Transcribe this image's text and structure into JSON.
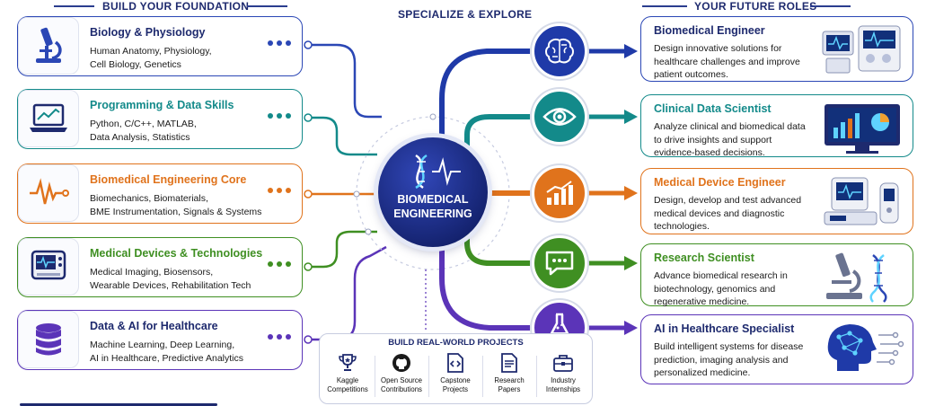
{
  "headers": {
    "left": "BUILD YOUR FOUNDATION",
    "middle": "SPECIALIZE & EXPLORE",
    "right": "YOUR FUTURE ROLES"
  },
  "center": {
    "line1": "BIOMEDICAL",
    "line2": "ENGINEERING"
  },
  "foundation": [
    {
      "title": "Biology & Physiology",
      "desc": "Human Anatomy, Physiology,\nCell Biology, Genetics",
      "icon": "microscope-icon",
      "color": "#2b47b5"
    },
    {
      "title": "Programming & Data Skills",
      "desc": "Python, C/C++, MATLAB,\nData Analysis, Statistics",
      "icon": "laptop-chart-icon",
      "color": "#138a8a"
    },
    {
      "title": "Biomedical Engineering Core",
      "desc": "Biomechanics, Biomaterials,\nBME Instrumentation, Signals & Systems",
      "icon": "signal-wave-icon",
      "color": "#e0731c"
    },
    {
      "title": "Medical Devices & Technologies",
      "desc": "Medical Imaging, Biosensors,\nWearable Devices, Rehabilitation Tech",
      "icon": "medical-monitor-icon",
      "color": "#3f8f22"
    },
    {
      "title": "Data & AI for Healthcare",
      "desc": "Machine Learning, Deep Learning,\nAI in Healthcare, Predictive Analytics",
      "icon": "database-icon",
      "color": "#5b34b8"
    }
  ],
  "specialize_icons": [
    {
      "icon": "brain-icon",
      "color": "#1f3aa8"
    },
    {
      "icon": "eye-icon",
      "color": "#138a8a"
    },
    {
      "icon": "growth-chart-icon",
      "color": "#e0731c"
    },
    {
      "icon": "chat-bubble-icon",
      "color": "#3f8f22"
    },
    {
      "icon": "flask-icon",
      "color": "#5b34b8"
    }
  ],
  "roles": [
    {
      "title": "Biomedical Engineer",
      "desc": "Design innovative solutions for healthcare challenges and improve patient outcomes.",
      "image": "medical-equipment-icon",
      "color": "#2b47b5"
    },
    {
      "title": "Clinical Data Scientist",
      "desc": "Analyze clinical and biomedical data to drive insights and support evidence-based decisions.",
      "image": "data-dashboard-icon",
      "color": "#138a8a"
    },
    {
      "title": "Medical Device Engineer",
      "desc": "Design, develop and test advanced medical devices and diagnostic technologies.",
      "image": "medical-devices-icon",
      "color": "#e0731c"
    },
    {
      "title": "Research Scientist",
      "desc": "Advance biomedical research in biotechnology, genomics and regenerative medicine.",
      "image": "microscope-dna-icon",
      "color": "#3f8f22"
    },
    {
      "title": "AI in Healthcare Specialist",
      "desc": "Build intelligent systems for disease prediction, imaging analysis and personalized medicine.",
      "image": "ai-head-icon",
      "color": "#5b34b8"
    }
  ],
  "projects": {
    "title": "BUILD REAL-WORLD PROJECTS",
    "items": [
      {
        "label": "Kaggle\nCompetitions",
        "icon": "trophy-icon"
      },
      {
        "label": "Open Source\nContributions",
        "icon": "github-icon"
      },
      {
        "label": "Capstone\nProjects",
        "icon": "code-file-icon"
      },
      {
        "label": "Research\nPapers",
        "icon": "document-icon"
      },
      {
        "label": "Industry\nInternships",
        "icon": "briefcase-icon"
      }
    ]
  }
}
